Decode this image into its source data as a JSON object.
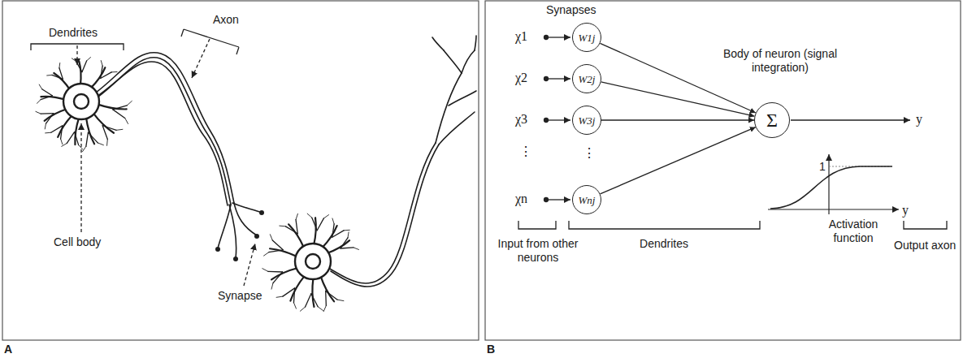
{
  "diagram": {
    "nodes": [
      {
        "text": [
          "W1j"
        ]
      },
      {
        "text": [
          "W2j"
        ]
      },
      {
        "text": [
          "W3j"
        ]
      },
      {
        "text": [
          "Wnj"
        ]
      },
      {
        "text": [
          "Σ"
        ]
      }
    ],
    "edges": [
      {
        "from": 0,
        "to": 4,
        "arrow": "to"
      },
      {
        "from": 1,
        "to": 4,
        "arrow": "to"
      },
      {
        "from": 2,
        "to": 4,
        "arrow": "to"
      },
      {
        "from": 3,
        "to": 4,
        "arrow": "to"
      }
    ],
    "labels": [
      "Dendrites",
      "Axon",
      "Cell body",
      "Synapse",
      "A",
      "Synapses",
      "χ1",
      "χ2",
      "χ3",
      "⋮",
      "χn",
      "⋮",
      "Body of neuron (signal integration)",
      "y",
      "1",
      "y",
      "Activation function",
      "Input from other neurons",
      "Dendrites",
      "Output axon",
      "B"
    ]
  }
}
